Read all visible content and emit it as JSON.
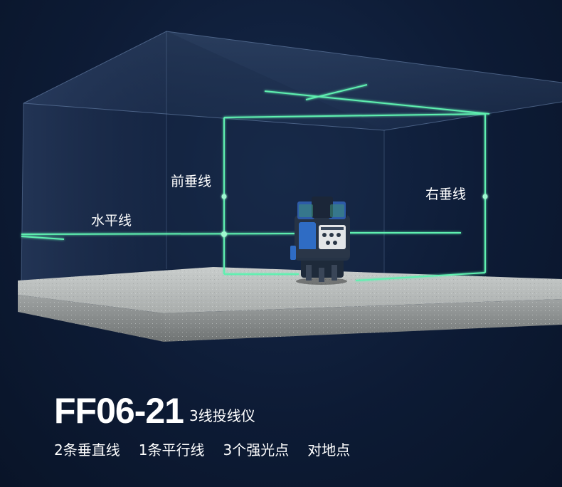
{
  "labels": {
    "front_vertical": "前垂线",
    "right_vertical": "右垂线",
    "horizontal": "水平线"
  },
  "product": {
    "model": "FF06-21",
    "subtitle": "3线投线仪",
    "features": [
      "2条垂直线",
      "1条平行线",
      "3个强光点",
      "对地点"
    ]
  },
  "colors": {
    "background": "#0d1b35",
    "laser": "#5ff0b0",
    "floor": "#b9bdbd"
  }
}
